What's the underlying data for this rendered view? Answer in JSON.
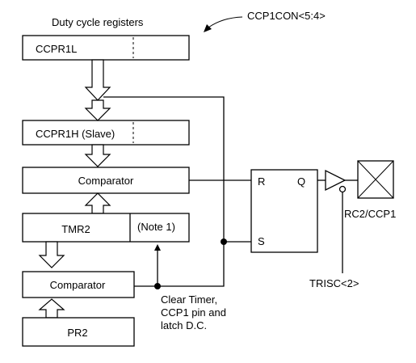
{
  "title": "Duty cycle registers",
  "control_register": "CCP1CON<5:4>",
  "blocks": {
    "ccpr1l": "CCPR1L",
    "ccpr1h": "CCPR1H (Slave)",
    "comparator_top": "Comparator",
    "tmr2": "TMR2",
    "note": "(Note 1)",
    "comparator_bottom": "Comparator",
    "pr2": "PR2"
  },
  "flipflop": {
    "r": "R",
    "q": "Q",
    "s": "S"
  },
  "pin_label": "RC2/CCP1",
  "tris_label": "TRISC<2>",
  "clear_note": [
    "Clear Timer,",
    "CCP1 pin and",
    "latch D.C."
  ]
}
